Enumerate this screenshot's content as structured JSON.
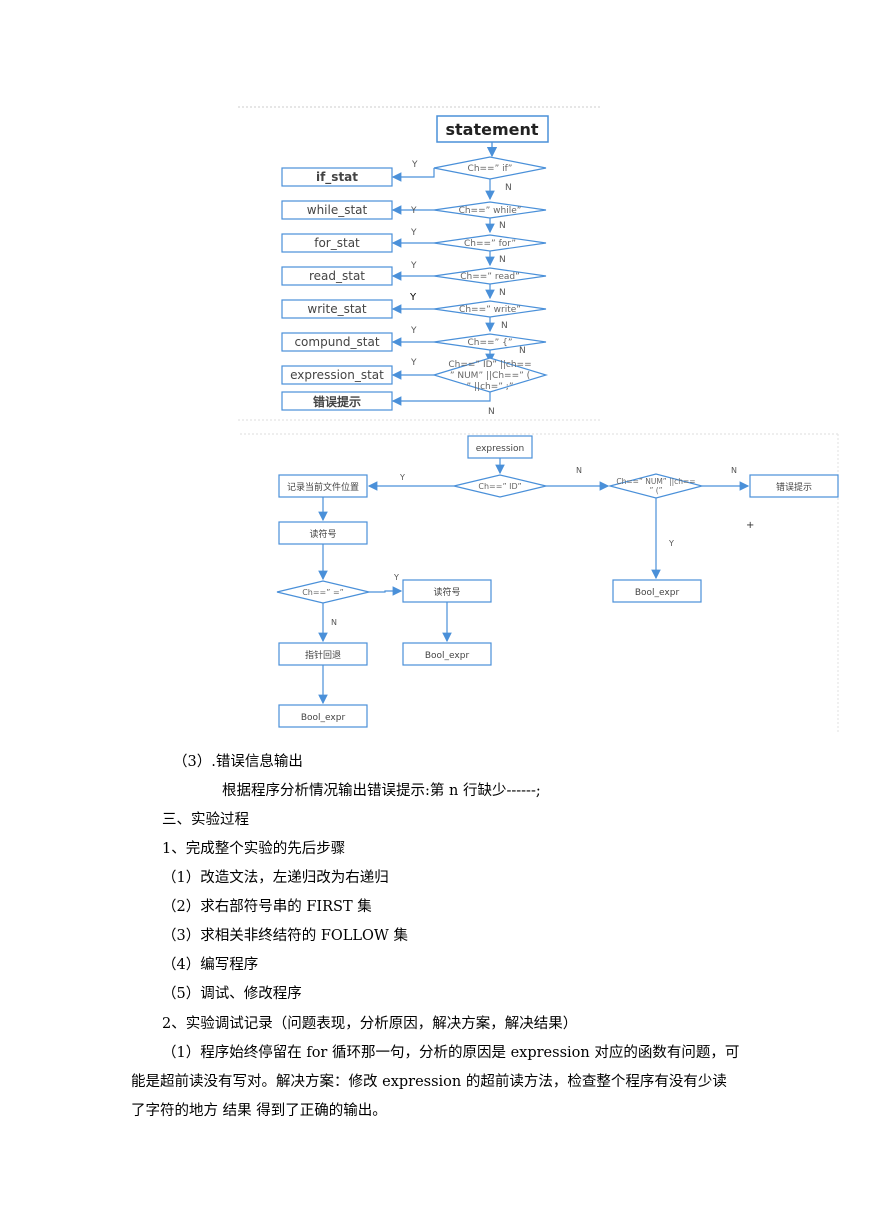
{
  "figure1": {
    "root": "statement",
    "rows": [
      {
        "target": "if_stat",
        "cond": "Ch==” if”",
        "yes": "Y",
        "no": "N"
      },
      {
        "target": "while_stat",
        "cond": "Ch==” while”",
        "yes": "Y",
        "no": "N"
      },
      {
        "target": "for_stat",
        "cond": "Ch==” for”",
        "yes": "Y",
        "no": "N"
      },
      {
        "target": "read_stat",
        "cond": "Ch==” read”",
        "yes": "Y",
        "no": "N"
      },
      {
        "target": "write_stat",
        "cond": "Ch==” write”",
        "yes": "Y",
        "no": "N"
      },
      {
        "target": "compund_stat",
        "cond": "Ch==” {”",
        "yes": "Y",
        "no": "N"
      },
      {
        "target": "expression_stat",
        "cond_lines": [
          "Ch==” ID” ||ch==",
          "” NUM” ||Ch==” (",
          "” ||ch=” ;”"
        ],
        "yes": "Y",
        "no": "N"
      }
    ],
    "error": "错误提示",
    "final_no": "N"
  },
  "figure2": {
    "start": "expression",
    "decision_id": "Ch==” ID”",
    "record_pos": "记录当前文件位置",
    "read_sym": "读符号",
    "decision_eq": "Ch==” =”",
    "read_sym2": "读符号",
    "bool_expr_a": "Bool_expr",
    "pointer_back": "指针回退",
    "bool_expr_b": "Bool_expr",
    "decision_num": [
      "Ch==” NUM” ||ch==",
      "” (”"
    ],
    "bool_expr_c": "Bool_expr",
    "error": "错误提示",
    "yes": "Y",
    "no": "N",
    "plus_mark": "+"
  },
  "text": {
    "h3": "（3）.错误信息输出",
    "p_err": "根据程序分析情况输出错误提示:第 n 行缺少------;",
    "sec3": "三、实验过程",
    "s1": "1、完成整个实验的先后步骤",
    "st1": "（1）改造文法，左递归改为右递归",
    "st2": "（2）求右部符号串的 FIRST 集",
    "st3": "（3）求相关非终结符的 FOLLOW 集",
    "st4": "（4）编写程序",
    "st5": "（5）调试、修改程序",
    "s2": "2、实验调试记录（问题表现，分析原因，解决方案，解决结果）",
    "para1": "（1）程序始终停留在 for 循环那一句，分析的原因是 expression 对应的函数有问题，可",
    "para2": "能是超前读没有写对。解决方案：修改 expression 的超前读方法，检查整个程序有没有少读",
    "para3": "了字符的地方  结果  得到了正确的输出。"
  }
}
